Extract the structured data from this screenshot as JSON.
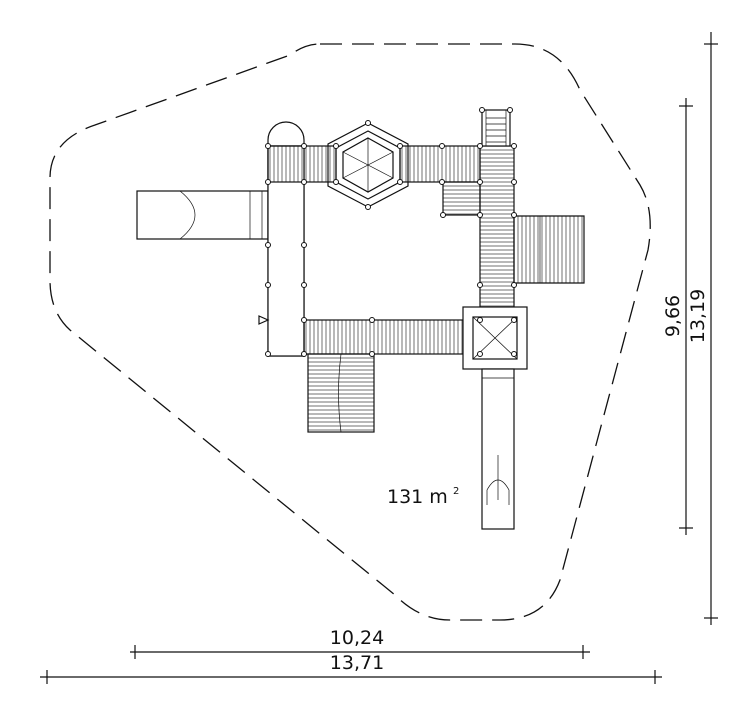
{
  "dimensions": {
    "inner_width": "10,24",
    "outer_width": "13,71",
    "inner_depth": "9,66",
    "outer_depth": "13,19"
  },
  "area": {
    "value": "131 m",
    "unit_superscript": "2"
  }
}
